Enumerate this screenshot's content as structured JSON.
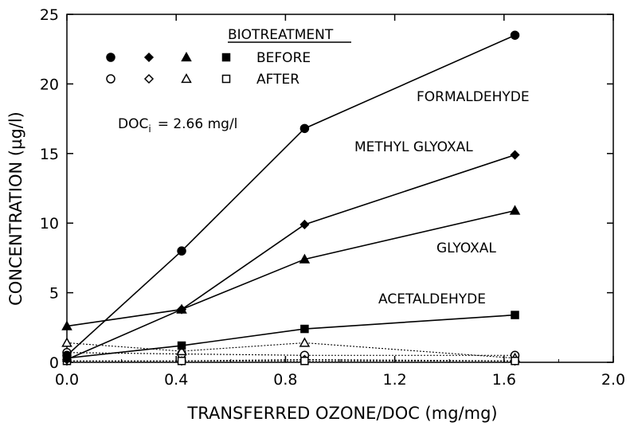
{
  "chart_data": {
    "type": "line",
    "xlabel": "TRANSFERRED OZONE/DOC (mg/mg)",
    "ylabel": "CONCENTRATION (µg/l)",
    "xlim": [
      0.0,
      2.0
    ],
    "ylim": [
      0,
      25
    ],
    "xticks": [
      "0.0",
      "0.4",
      "0.8",
      "1.2",
      "1.6",
      "2.0"
    ],
    "yticks": [
      "0",
      "5",
      "10",
      "15",
      "20",
      "25"
    ],
    "grid": false,
    "legend": {
      "title": "BIOTREATMENT",
      "before_label": "BEFORE",
      "after_label": "AFTER",
      "placement": "top-left"
    },
    "doc_note_main": "DOC",
    "doc_note_sub": "i",
    "doc_note_value": "= 2.66 mg/l",
    "x": [
      0.0,
      0.42,
      0.87,
      1.64
    ],
    "series": [
      {
        "name": "FORMALDEHYDE",
        "marker": "circle",
        "condition": "before",
        "values": [
          0.5,
          8.0,
          16.8,
          23.5
        ]
      },
      {
        "name": "METHYL GLYOXAL",
        "marker": "diamond",
        "condition": "before",
        "values": [
          0.2,
          3.8,
          9.9,
          14.9
        ]
      },
      {
        "name": "GLYOXAL",
        "marker": "triangle",
        "condition": "before",
        "values": [
          2.6,
          3.8,
          7.4,
          10.9
        ]
      },
      {
        "name": "ACETALDEHYDE",
        "marker": "square",
        "condition": "before",
        "values": [
          0.3,
          1.2,
          2.4,
          3.4
        ]
      },
      {
        "name": "FORMALDEHYDE",
        "marker": "circle",
        "condition": "after",
        "values": [
          0.7,
          0.6,
          0.5,
          0.5
        ]
      },
      {
        "name": "METHYL GLYOXAL",
        "marker": "diamond",
        "condition": "after",
        "values": [
          0.1,
          0.1,
          0.2,
          0.1
        ]
      },
      {
        "name": "GLYOXAL",
        "marker": "triangle",
        "condition": "after",
        "values": [
          1.4,
          0.8,
          1.4,
          0.3
        ]
      },
      {
        "name": "ACETALDEHYDE",
        "marker": "square",
        "condition": "after",
        "values": [
          0.1,
          0.1,
          0.1,
          0.1
        ]
      }
    ],
    "series_labels": [
      "FORMALDEHYDE",
      "METHYL GLYOXAL",
      "GLYOXAL",
      "ACETALDEHYDE"
    ]
  }
}
